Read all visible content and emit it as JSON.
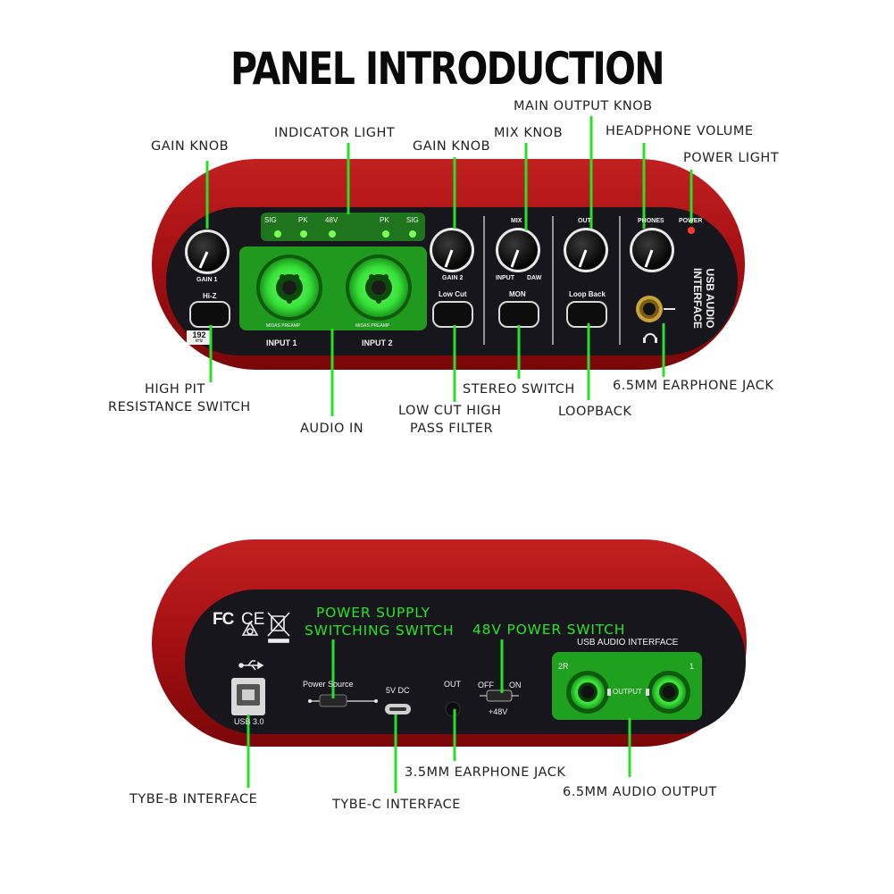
{
  "title": "PANEL INTRODUCTION",
  "front": {
    "callouts": {
      "gain_knob_1": "GAIN KNOB",
      "indicator_light": "INDICATOR LIGHT",
      "gain_knob_2": "GAIN KNOB",
      "mix_knob": "MIX KNOB",
      "main_output_knob": "MAIN OUTPUT KNOB",
      "headphone_volume": "HEADPHONE VOLUME",
      "power_light": "POWER LIGHT",
      "high_pit_1": "HIGH PIT",
      "high_pit_2": "RESISTANCE SWITCH",
      "audio_in": "AUDIO IN",
      "low_cut_1": "LOW CUT HIGH",
      "low_cut_2": "PASS FILTER",
      "stereo_switch": "STEREO SWITCH",
      "loopback": "LOOPBACK",
      "earphone_jack": "6.5MM EARPHONE JACK"
    },
    "panel": {
      "led_sig_l": "SIG",
      "led_pk_l": "PK",
      "led_48v": "48V",
      "led_pk_r": "PK",
      "led_sig_r": "SIG",
      "gain1": "GAIN 1",
      "hiz": "Hi-Z",
      "badge_num": "192",
      "badge_unit": "kHz",
      "input1": "INPUT 1",
      "input2": "INPUT 2",
      "midas": "MIDAS PREAMP",
      "gain2": "GAIN 2",
      "lowcut": "Low Cut",
      "mix": "MIX",
      "mix_input": "INPUT",
      "mix_daw": "DAW",
      "mon": "MON",
      "out": "OUT",
      "loopback": "Loop Back",
      "phones": "PHONES",
      "power": "POWER",
      "side_line1": "USB AUDIO",
      "side_line2": "INTERFACE"
    }
  },
  "back": {
    "callouts": {
      "power_supply_1": "POWER SUPPLY",
      "power_supply_2": "SWITCHING SWITCH",
      "power_48v": "48V POWER SWITCH",
      "earphone_35": "3.5MM EARPHONE JACK",
      "typeb": "TYBE-B INTERFACE",
      "typec": "TYBE-C INTERFACE",
      "audio_output": "6.5MM AUDIO OUTPUT"
    },
    "panel": {
      "fc": "FC",
      "ce": "CE",
      "usb_interface": "USB AUDIO INTERFACE",
      "usb30": "USB 3.0",
      "power_source": "Power Source",
      "dc5v": "5V DC",
      "out": "OUT",
      "off": "OFF",
      "on": "ON",
      "v48": "+48V",
      "r2": "2R",
      "one": "1",
      "output": "OUTPUT"
    }
  }
}
